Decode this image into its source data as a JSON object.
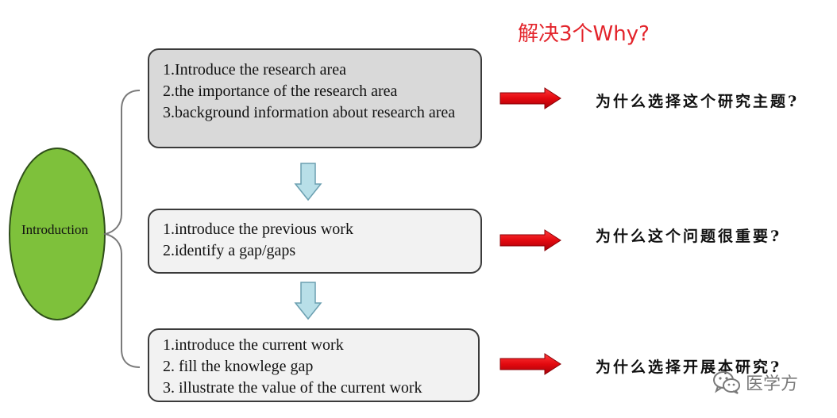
{
  "header_note": "解决3个Why?",
  "root": {
    "label": "Introduction",
    "fill_color": "#7ec13b"
  },
  "steps": [
    {
      "lines": [
        "1.Introduce the research area",
        "2.the importance of the research area",
        "3.background information about research area"
      ],
      "question": "为什么选择这个研究主题?"
    },
    {
      "lines": [
        "1.introduce the previous work",
        "2.identify a gap/gaps"
      ],
      "question": "为什么这个问题很重要?"
    },
    {
      "lines": [
        "1.introduce the current work",
        "2. fill the knowlege gap",
        "3. illustrate the value of the current work"
      ],
      "question": "为什么选择开展本研究?"
    }
  ],
  "watermark": {
    "text": "医学方",
    "icon": "wechat-icon"
  },
  "colors": {
    "highlight_box": "#d9d9d9",
    "box": "#f2f2f2",
    "arrow_red": "#e3090f",
    "arrow_down": "#b8dfe8",
    "accent_text": "#e3242b"
  }
}
